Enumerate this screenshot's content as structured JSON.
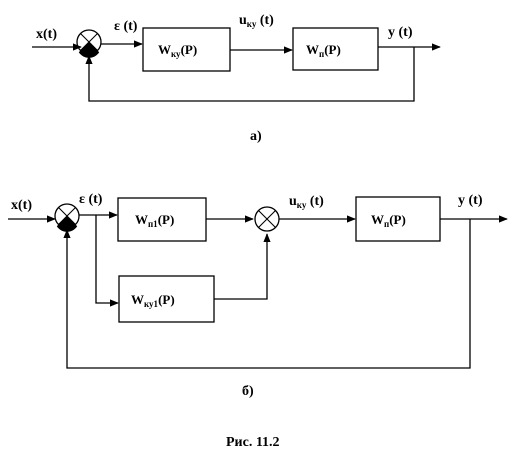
{
  "diagram_a": {
    "input": "x(t)",
    "error": "ε (t)",
    "block1": {
      "main": "W",
      "sub": "ку",
      "tail": "(P)"
    },
    "control": {
      "main": "u",
      "sub": "ку",
      "tail": " (t)"
    },
    "block2": {
      "main": "W",
      "sub": "п",
      "tail": "(P)"
    },
    "output": "y (t)",
    "caption": "а)"
  },
  "diagram_b": {
    "input": "x(t)",
    "error": "ε (t)",
    "block_top": {
      "main": "W",
      "sub": "п1",
      "tail": "(P)"
    },
    "block_bottom": {
      "main": "W",
      "sub": "ку1",
      "tail": "(P)"
    },
    "control": {
      "main": "u",
      "sub": "ку",
      "tail": " (t)"
    },
    "block_plant": {
      "main": "W",
      "sub": "п",
      "tail": "(P)"
    },
    "output": "y (t)",
    "caption": "б)"
  },
  "figure_caption": "Рис. 11.2"
}
